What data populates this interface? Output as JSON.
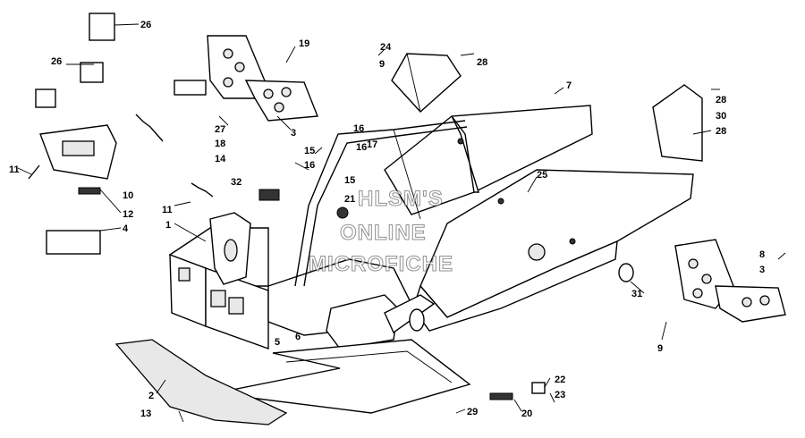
{
  "watermark": [
    "HLSM'S",
    "ONLINE",
    "MICROFICHE"
  ],
  "callouts": [
    {
      "id": "c26a",
      "text": "26"
    },
    {
      "id": "c26b",
      "text": "26"
    },
    {
      "id": "c19",
      "text": "19"
    },
    {
      "id": "c24",
      "text": "24"
    },
    {
      "id": "c9a",
      "text": "9"
    },
    {
      "id": "c28a",
      "text": "28"
    },
    {
      "id": "c7",
      "text": "7"
    },
    {
      "id": "c28b",
      "text": "28"
    },
    {
      "id": "c30",
      "text": "30"
    },
    {
      "id": "c28c",
      "text": "28"
    },
    {
      "id": "c27",
      "text": "27"
    },
    {
      "id": "c3a",
      "text": "3"
    },
    {
      "id": "c18",
      "text": "18"
    },
    {
      "id": "c14",
      "text": "14"
    },
    {
      "id": "c16a",
      "text": "16"
    },
    {
      "id": "c15a",
      "text": "15"
    },
    {
      "id": "c16b",
      "text": "16"
    },
    {
      "id": "c16c",
      "text": "16"
    },
    {
      "id": "c17",
      "text": "17"
    },
    {
      "id": "c15b",
      "text": "15"
    },
    {
      "id": "c21",
      "text": "21"
    },
    {
      "id": "c25",
      "text": "25"
    },
    {
      "id": "c11a",
      "text": "11"
    },
    {
      "id": "c10",
      "text": "10"
    },
    {
      "id": "c12",
      "text": "12"
    },
    {
      "id": "c32",
      "text": "32"
    },
    {
      "id": "c11b",
      "text": "11"
    },
    {
      "id": "c1",
      "text": "1"
    },
    {
      "id": "c4",
      "text": "4"
    },
    {
      "id": "c8",
      "text": "8"
    },
    {
      "id": "c3b",
      "text": "3"
    },
    {
      "id": "c31",
      "text": "31"
    },
    {
      "id": "c9b",
      "text": "9"
    },
    {
      "id": "c5",
      "text": "5"
    },
    {
      "id": "c6",
      "text": "6"
    },
    {
      "id": "c2",
      "text": "2"
    },
    {
      "id": "c13",
      "text": "13"
    },
    {
      "id": "c22",
      "text": "22"
    },
    {
      "id": "c23",
      "text": "23"
    },
    {
      "id": "c20",
      "text": "20"
    },
    {
      "id": "c29",
      "text": "29"
    }
  ]
}
